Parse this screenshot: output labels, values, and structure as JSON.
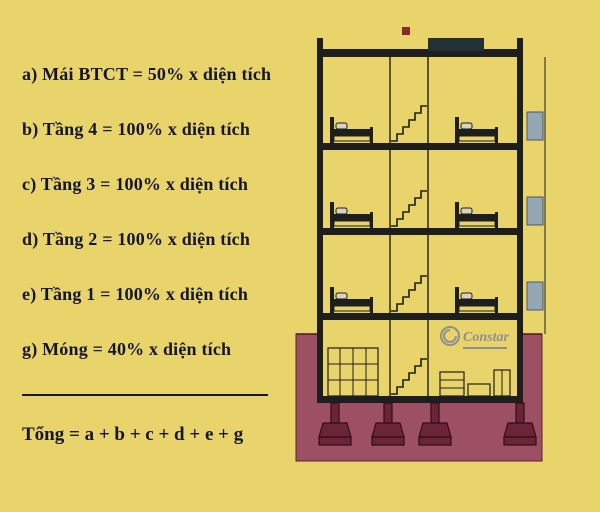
{
  "formulas": [
    "a) Mái BTCT = 50% x diện tích",
    "b) Tầng 4 = 100% x diện tích",
    "c) Tầng 3 = 100% x diện tích",
    "d) Tầng 2 = 100% x diện tích",
    "e) Tầng 1 = 100% x diện tích",
    "g) Móng = 40% x diện tích"
  ],
  "total": "Tổng = a + b + c + d + e + g",
  "logo": {
    "name": "Constar"
  },
  "colors": {
    "background": "#e8d46a",
    "text": "#15152d",
    "earth": "#9d4f63",
    "footing": "#6b2536",
    "line": "#1e1e1e",
    "window": "#93a7b4",
    "tank": "#223038",
    "logo": "#8f8f8f",
    "marker": "#8a2a2a"
  }
}
